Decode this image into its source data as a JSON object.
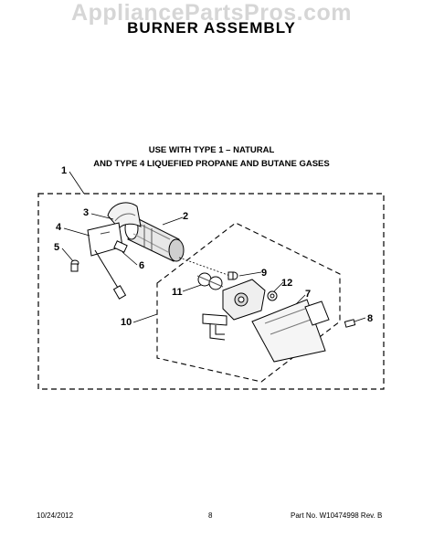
{
  "watermark": "AppliancePartsPros.com",
  "title": "BURNER ASSEMBLY",
  "subtitle_line1": "USE WITH TYPE 1 –  NATURAL",
  "subtitle_line2": "AND TYPE 4    LIQUEFIED PROPANE AND BUTANE GASES",
  "callouts": [
    "1",
    "2",
    "3",
    "4",
    "5",
    "6",
    "7",
    "8",
    "9",
    "10",
    "11",
    "12"
  ],
  "footer": {
    "date": "10/24/2012",
    "page": "8",
    "part_number": "Part No.  W10474998  Rev.  B"
  }
}
